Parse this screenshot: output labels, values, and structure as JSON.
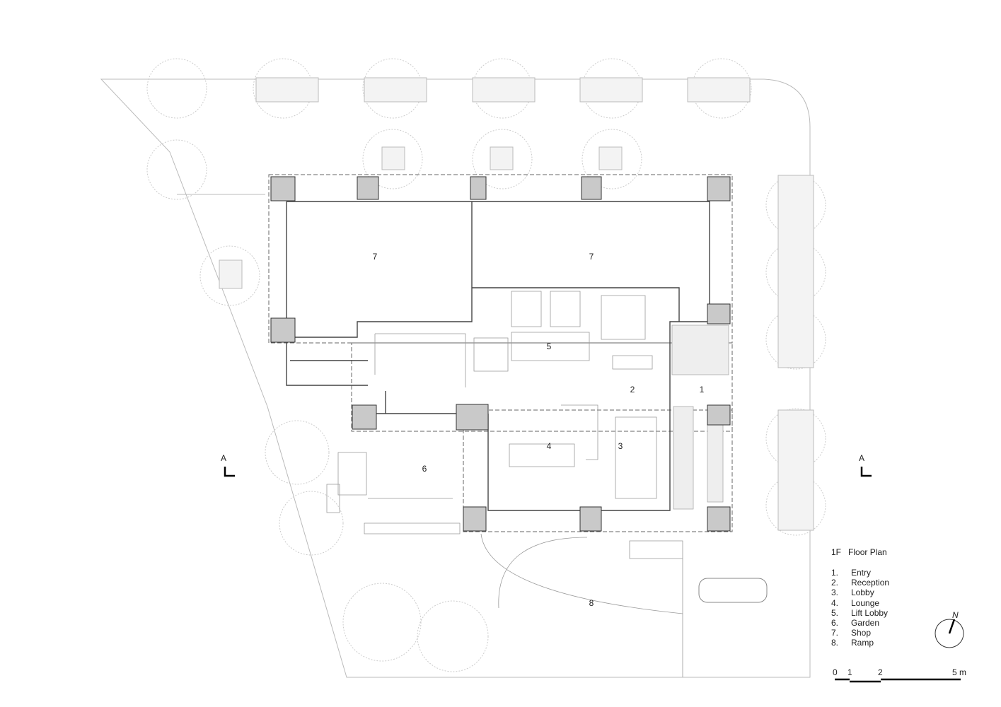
{
  "plan_title_level": "1F",
  "plan_title": "Floor Plan",
  "rooms": {
    "entry": "1",
    "reception": "2",
    "lobby": "3",
    "lounge": "4",
    "lift_lobby": "5",
    "garden": "6",
    "shop_west": "7",
    "shop_east": "7",
    "ramp": "8"
  },
  "legend": [
    {
      "num": "1.",
      "label": "Entry"
    },
    {
      "num": "2.",
      "label": "Reception"
    },
    {
      "num": "3.",
      "label": "Lobby"
    },
    {
      "num": "4.",
      "label": "Lounge"
    },
    {
      "num": "5.",
      "label": "Lift Lobby"
    },
    {
      "num": "6.",
      "label": "Garden"
    },
    {
      "num": "7.",
      "label": "Shop"
    },
    {
      "num": "8.",
      "label": "Ramp"
    }
  ],
  "section_marker": "A",
  "north_label": "N",
  "scale_bar": {
    "ticks": [
      "0",
      "1",
      "2",
      "5 m"
    ]
  }
}
